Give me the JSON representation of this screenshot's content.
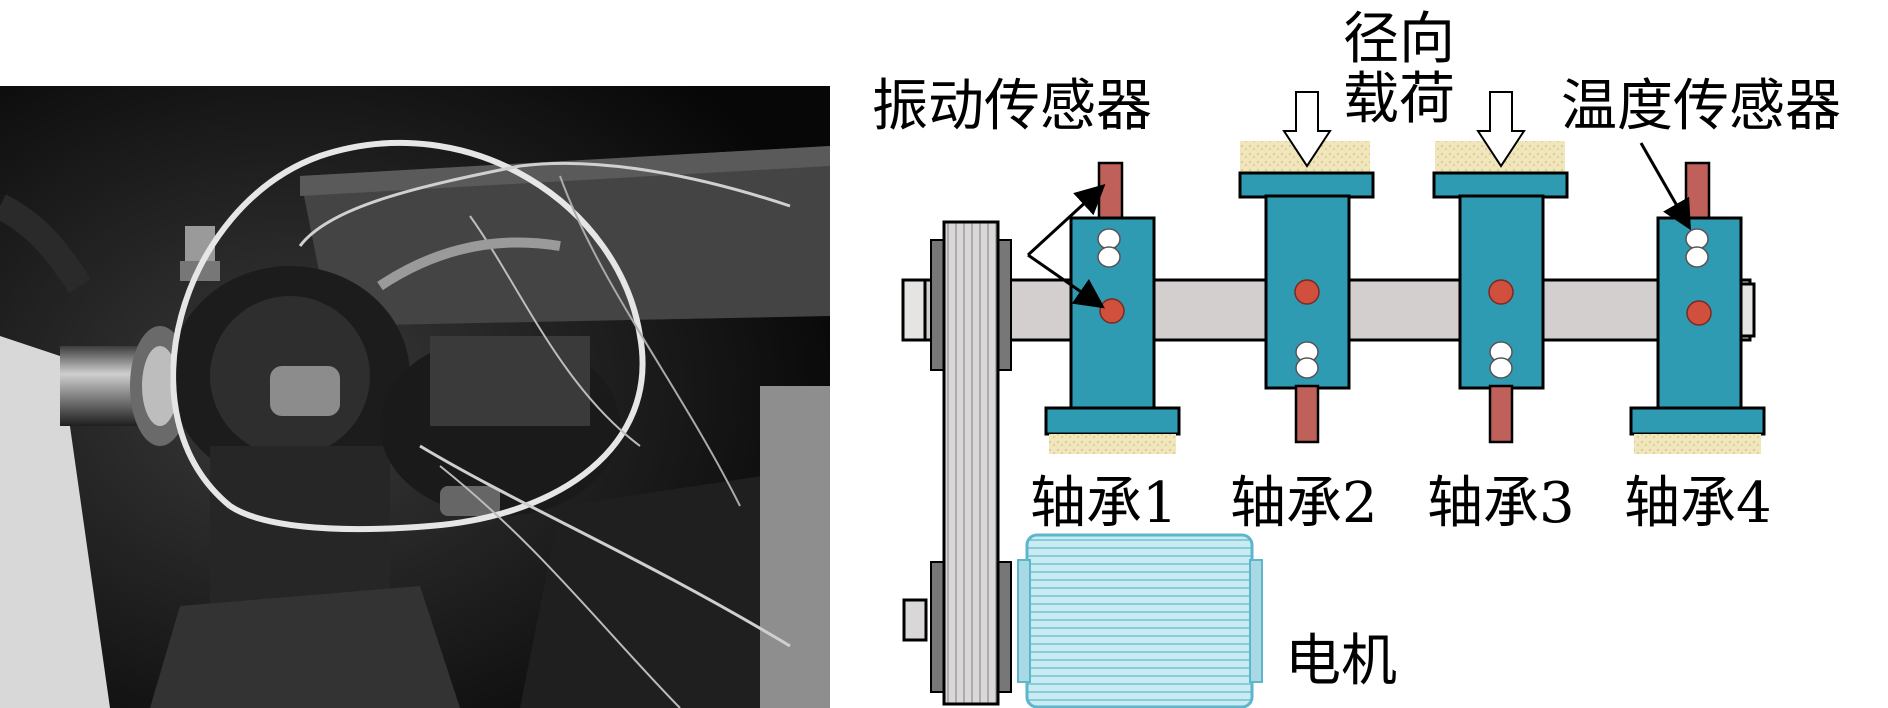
{
  "labels": {
    "vibration_sensor": "振动传感器",
    "radial_load_line1": "径向",
    "radial_load_line2": "载荷",
    "temperature_sensor": "温度传感器",
    "bearing1": "轴承1",
    "bearing2": "轴承2",
    "bearing3": "轴承3",
    "bearing4": "轴承4",
    "motor": "电机"
  },
  "colors": {
    "bearing_housing": "#2f9bb3",
    "shaft": "#d3cfcf",
    "sensor_rod": "#c0605a",
    "sensor_dot": "#d0503d",
    "motor": "#bfe3ec",
    "foundation": "#f1e6bb"
  }
}
